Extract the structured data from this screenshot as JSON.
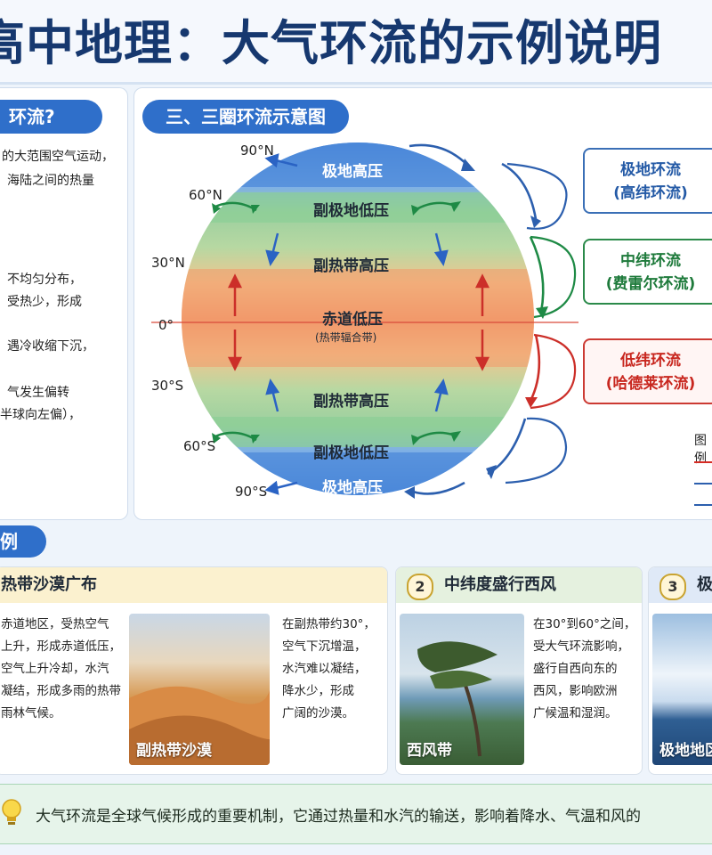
{
  "title": "高中地理：大气环流的示例说明",
  "left": {
    "heading": "环流?",
    "lines": [
      "的大范围空气运动，",
      "海陆之间的热量",
      "不均匀分布，",
      "受热少，形成",
      "遇冷收缩下沉，",
      "气发生偏转",
      "半球向左偏），"
    ]
  },
  "diagram": {
    "heading": "三、三圈环流示意图",
    "latitudes": [
      "90°N",
      "60°N",
      "30°N",
      "0°",
      "30°S",
      "60°S",
      "90°S"
    ],
    "bands": {
      "polar_n": "极地高压",
      "subpolar_n": "副极地低压",
      "subtropical_n": "副热带高压",
      "equator": "赤道低压",
      "equator_sub": "(热带辐合带)",
      "subtropical_s": "副热带高压",
      "subpolar_s": "副极地低压",
      "polar_s": "极地高压"
    },
    "cells": {
      "polar_line1": "极地环流",
      "polar_line2": "(高纬环流)",
      "ferrel_line1": "中纬环流",
      "ferrel_line2": "(费雷尔环流)",
      "hadley_line1": "低纬环流",
      "hadley_line2": "(哈德莱环流)"
    },
    "legend_title": "图例",
    "colors": {
      "hadley": "#d62b24",
      "ferrel": "#1f8a45",
      "polar": "#2c5fae"
    }
  },
  "cases": {
    "heading": "例",
    "case1": {
      "title": "热带沙漠广布",
      "left_lines": [
        "赤道地区，受热空气",
        "上升，形成赤道低压，",
        "空气上升冷却，水汽",
        "凝结，形成多雨的热带",
        "雨林气候。"
      ],
      "photo_label": "副热带沙漠",
      "right_lines": [
        "在副热带约30°，",
        "空气下沉增温，",
        "水汽难以凝结，",
        "降水少，形成",
        "广阔的沙漠。"
      ]
    },
    "case2": {
      "num": "2",
      "title": "中纬度盛行西风",
      "photo_label": "西风带",
      "right_lines": [
        "在30°到60°之间，",
        "受大气环流影响，",
        "盛行自西向东的",
        "西风，影响欧洲",
        "广候温和湿润。"
      ]
    },
    "case3": {
      "num": "3",
      "title": "极",
      "photo_label": "极地地区"
    }
  },
  "summary": "大气环流是全球气候形成的重要机制，它通过热量和水汽的输送，影响着降水、气温和风的"
}
